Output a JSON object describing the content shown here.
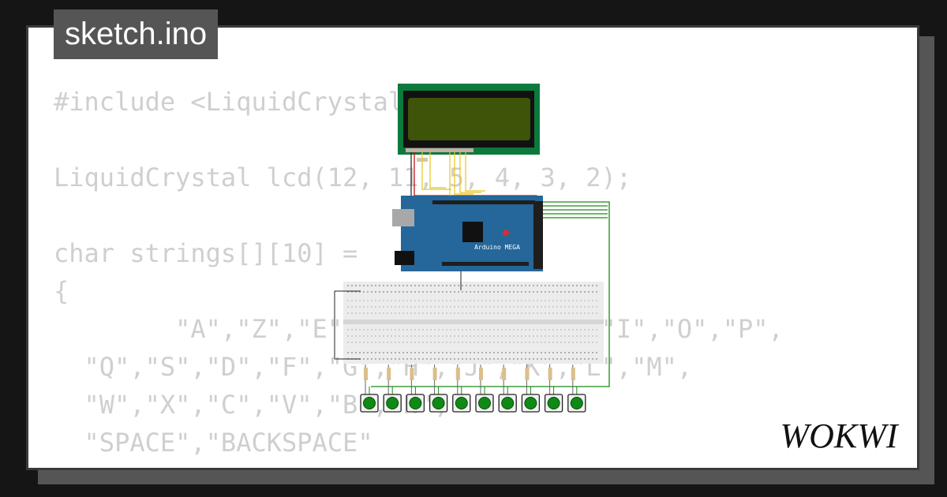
{
  "title": "sketch.ino",
  "code_lines": [
    "#include <LiquidCrystal",
    "",
    "LiquidCrystal lcd(12, 11, 5, 4, 3, 2);",
    "",
    "char strings[][10] =",
    "{",
    "        \"A\",\"Z\",\"E\",\"R\",\"T\",\"Y\",\"U\",\"I\",\"O\",\"P\",",
    "  \"Q\",\"S\",\"D\",\"F\",\"G\",\"H\",\"J\",\"K\",\"L\",\"M\",",
    "  \"W\",\"X\",\"C\",\"V\",\"B\",\"N\",",
    "  \"SPACE\",\"BACKSPACE\"",
    "};"
  ],
  "board_label": "Arduino MEGA",
  "logo_text": "WOKWI",
  "button_count": 10,
  "colors": {
    "lcd_frame": "#0b7a3c",
    "lcd_screen": "#3e5408",
    "board": "#25679a",
    "breadboard": "#ececec",
    "button_cap": "#0f8a14",
    "wire_green": "#1a8a1a"
  }
}
